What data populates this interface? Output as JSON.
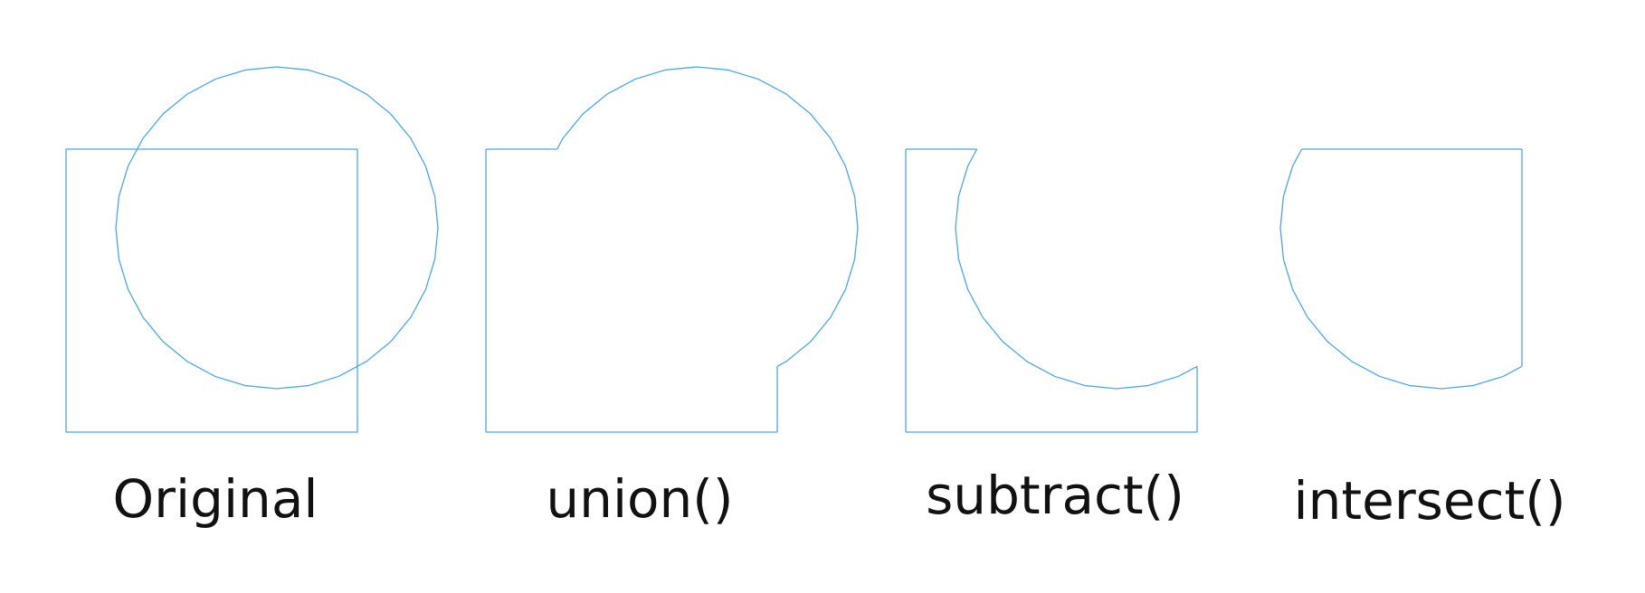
{
  "colors": {
    "stroke": "#4ea6e8",
    "label": "#111111",
    "background": "#ffffff"
  },
  "panels": [
    {
      "id": "original",
      "caption": "Original"
    },
    {
      "id": "union",
      "caption": "union()"
    },
    {
      "id": "subtract",
      "caption": "subtract()"
    },
    {
      "id": "intersect",
      "caption": "intersect()"
    }
  ]
}
